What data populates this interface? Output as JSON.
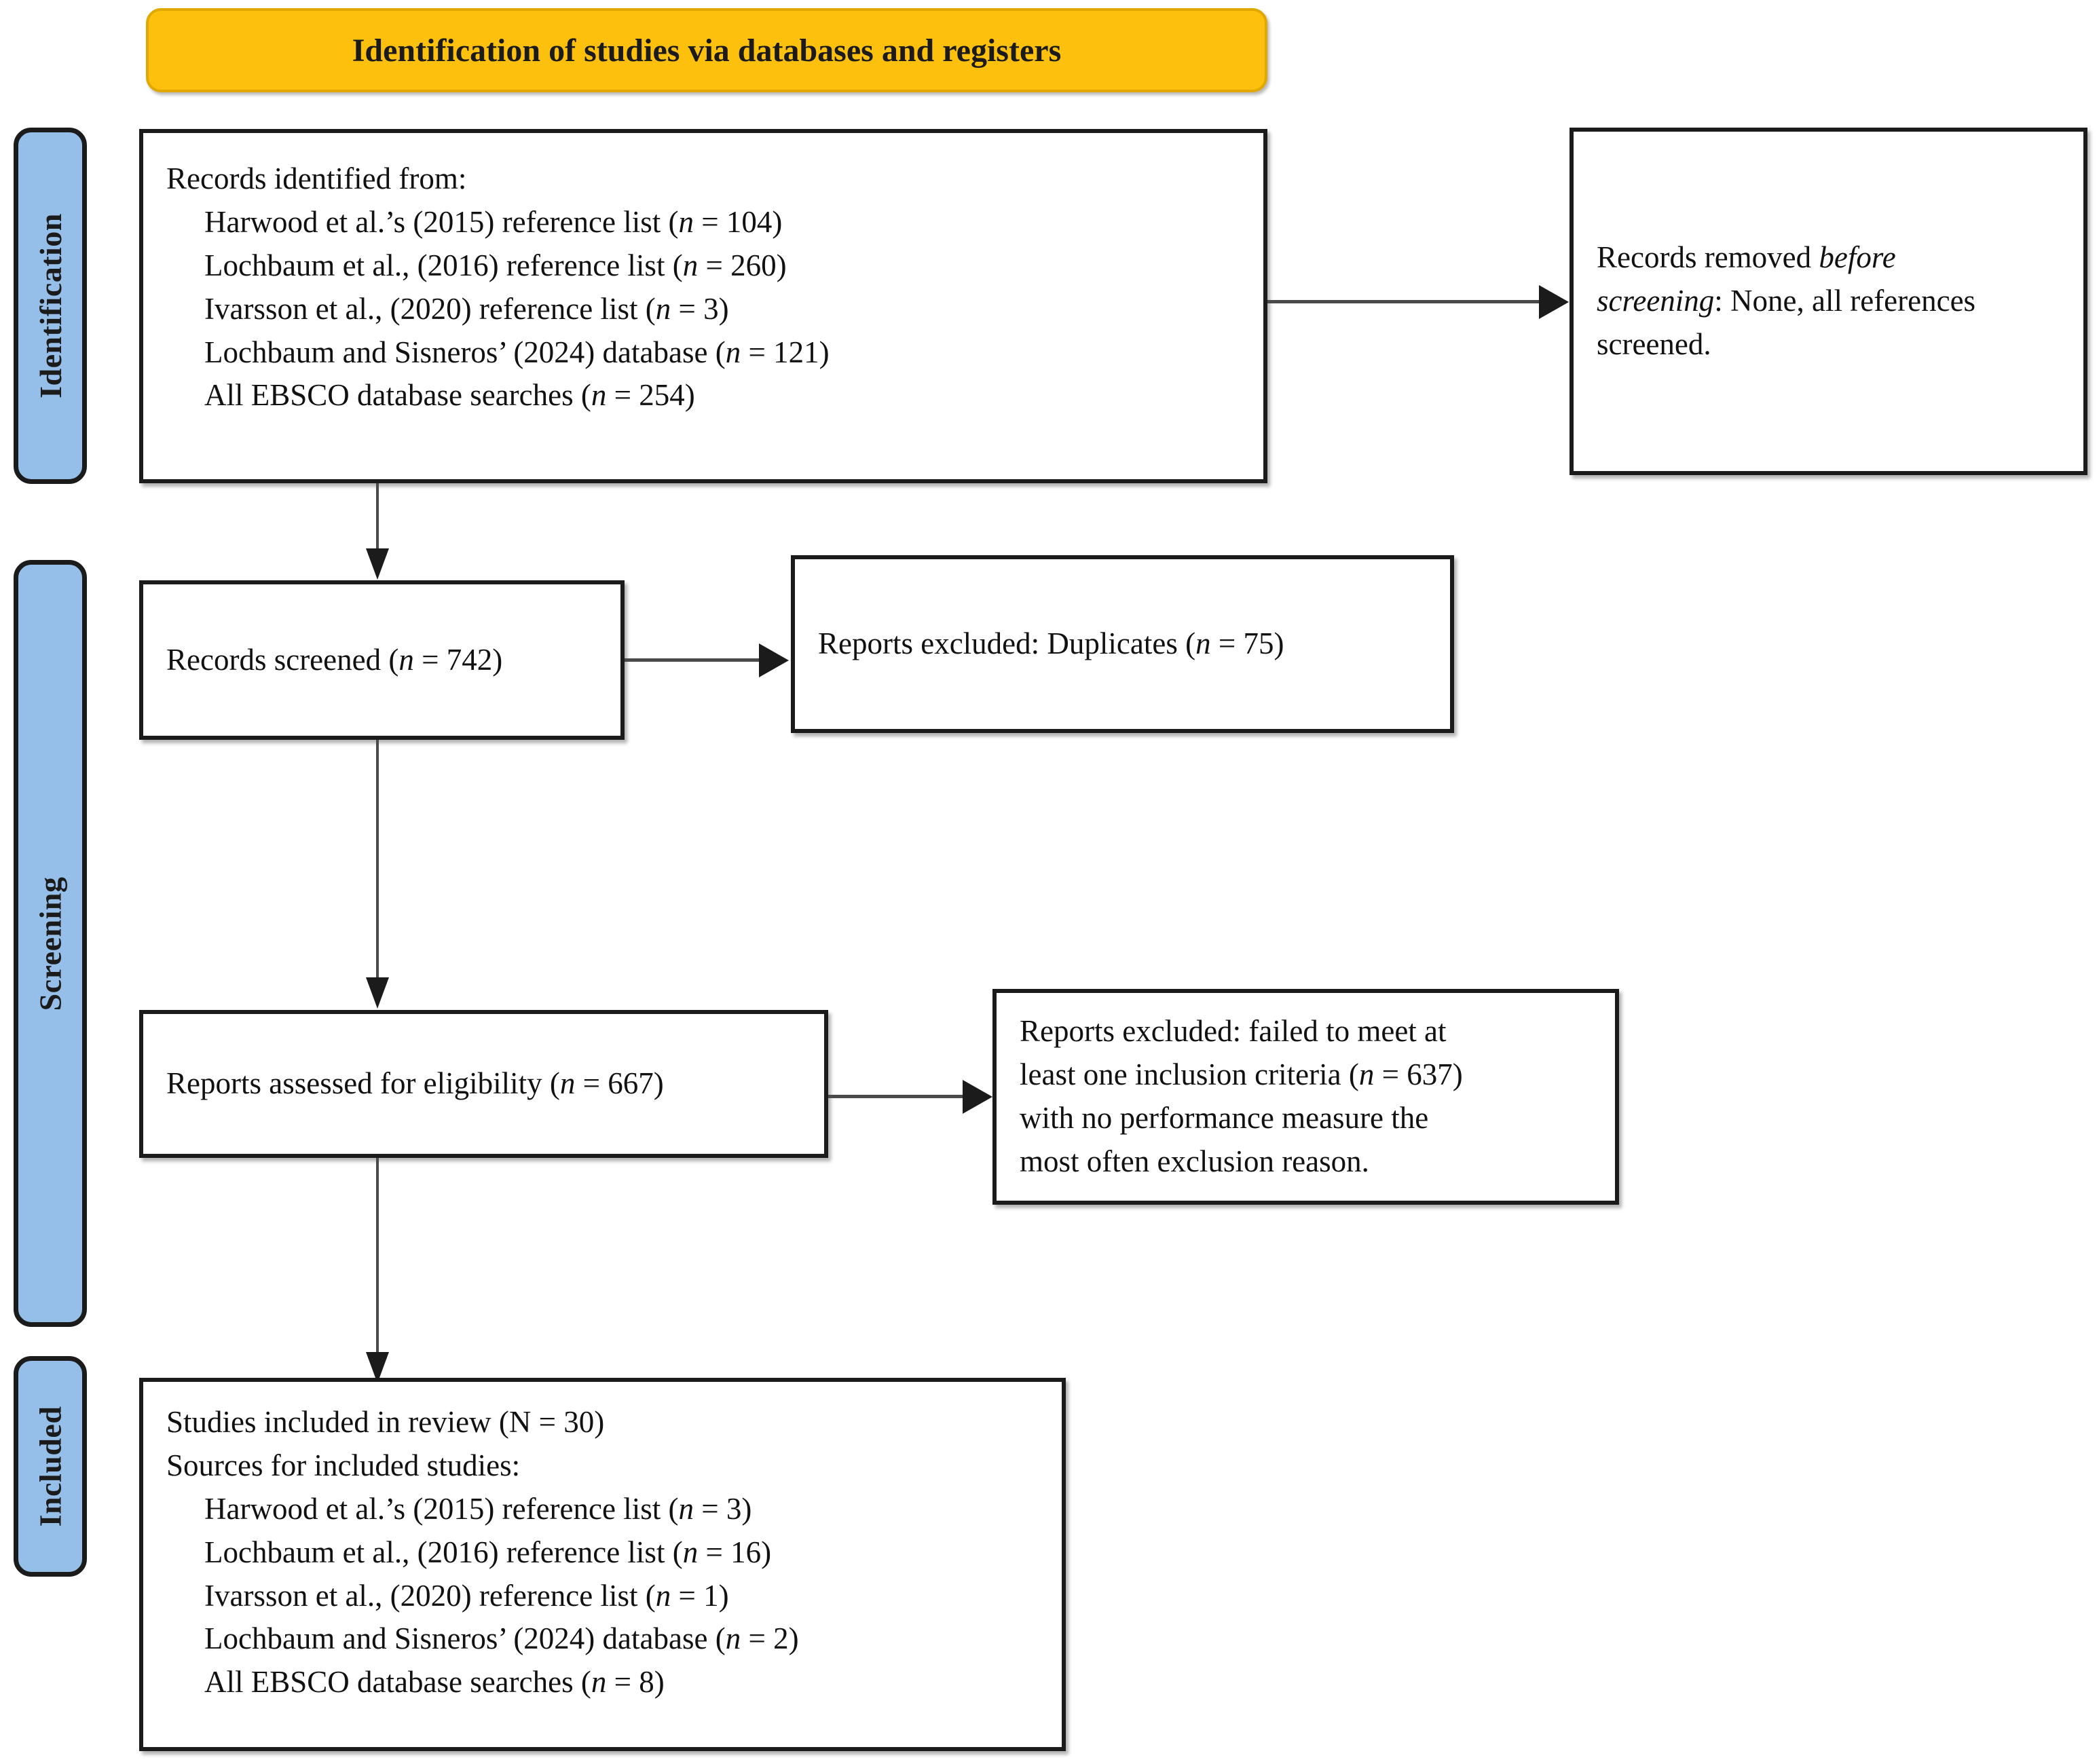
{
  "diagram": {
    "type": "prisma-flow-diagram",
    "header": {
      "title": "Identification of studies via databases and registers",
      "fill_color": "#FDC00C"
    },
    "stages": [
      {
        "key": "identification",
        "label": "Identification",
        "fill_color": "#95BFE8"
      },
      {
        "key": "screening",
        "label": "Screening",
        "fill_color": "#95BFE8"
      },
      {
        "key": "included",
        "label": "Included",
        "fill_color": "#95BFE8"
      }
    ],
    "boxes": {
      "records_identified": {
        "heading": "Records identified from:",
        "items": [
          {
            "text": "Harwood et al.’s (2015) reference list (",
            "n_symbol": "n",
            "n_value": " = 104)"
          },
          {
            "text": "Lochbaum et al., (2016) reference list (",
            "n_symbol": "n",
            "n_value": " = 260)"
          },
          {
            "text": "Ivarsson et al., (2020) reference list (",
            "n_symbol": "n",
            "n_value": " = 3)"
          },
          {
            "text": "Lochbaum and Sisneros’ (2024) database (",
            "n_symbol": "n",
            "n_value": " = 121)"
          },
          {
            "text": "All EBSCO database searches (",
            "n_symbol": "n",
            "n_value": " = 254)"
          }
        ]
      },
      "records_removed": {
        "line1_pre": "Records removed ",
        "line1_italic": "before",
        "line2_italic": "screening",
        "line2_post": ": None, all references",
        "line3": "screened."
      },
      "records_screened": {
        "text_pre": "Records screened (",
        "n_symbol": "n",
        "text_post": " = 742)"
      },
      "reports_excluded_duplicates": {
        "text_pre": "Reports excluded: Duplicates (",
        "n_symbol": "n",
        "text_post": " = 75)"
      },
      "reports_assessed": {
        "text_pre": "Reports assessed for eligibility (",
        "n_symbol": "n",
        "text_post": " = 667)"
      },
      "reports_excluded_criteria": {
        "line1": "Reports excluded: failed to meet at",
        "line2_pre": "least one inclusion criteria (",
        "line2_n": "n",
        "line2_post": " = 637)",
        "line3": "with no performance measure the",
        "line4": "most often exclusion reason."
      },
      "studies_included": {
        "heading1": "Studies included in review (N = 30)",
        "heading2": "Sources for included studies:",
        "items": [
          {
            "text": "Harwood et al.’s (2015) reference list (",
            "n_symbol": "n",
            "n_value": " = 3)"
          },
          {
            "text": "Lochbaum et al., (2016) reference list (",
            "n_symbol": "n",
            "n_value": " = 16)"
          },
          {
            "text": "Ivarsson et al., (2020) reference list (",
            "n_symbol": "n",
            "n_value": " = 1)"
          },
          {
            "text": "Lochbaum and Sisneros’ (2024) database (",
            "n_symbol": "n",
            "n_value": " = 2)"
          },
          {
            "text": "All EBSCO database searches (",
            "n_symbol": "n",
            "n_value": " = 8)"
          }
        ]
      }
    }
  },
  "chart_data": {
    "type": "table",
    "title": "Identification of studies via databases and registers",
    "stages": [
      "Identification",
      "Screening",
      "Included"
    ],
    "nodes": [
      {
        "id": "records_identified",
        "stage": "Identification",
        "label": "Records identified from",
        "total": 742,
        "sources": [
          {
            "name": "Harwood et al.'s (2015) reference list",
            "n": 104
          },
          {
            "name": "Lochbaum et al., (2016) reference list",
            "n": 260
          },
          {
            "name": "Ivarsson et al., (2020) reference list",
            "n": 3
          },
          {
            "name": "Lochbaum and Sisneros' (2024) database",
            "n": 121
          },
          {
            "name": "All EBSCO database searches",
            "n": 254
          }
        ]
      },
      {
        "id": "records_removed",
        "stage": "Identification",
        "label": "Records removed before screening",
        "n": 0,
        "note": "None, all references screened."
      },
      {
        "id": "records_screened",
        "stage": "Screening",
        "label": "Records screened",
        "n": 742
      },
      {
        "id": "reports_excluded_duplicates",
        "stage": "Screening",
        "label": "Reports excluded: Duplicates",
        "n": 75
      },
      {
        "id": "reports_assessed",
        "stage": "Screening",
        "label": "Reports assessed for eligibility",
        "n": 667
      },
      {
        "id": "reports_excluded_criteria",
        "stage": "Screening",
        "label": "Reports excluded: failed to meet at least one inclusion criteria",
        "n": 637,
        "note": "with no performance measure the most often exclusion reason."
      },
      {
        "id": "studies_included",
        "stage": "Included",
        "label": "Studies included in review",
        "N": 30,
        "sources": [
          {
            "name": "Harwood et al.'s (2015) reference list",
            "n": 3
          },
          {
            "name": "Lochbaum et al., (2016) reference list",
            "n": 16
          },
          {
            "name": "Ivarsson et al., (2020) reference list",
            "n": 1
          },
          {
            "name": "Lochbaum and Sisneros' (2024) database",
            "n": 2
          },
          {
            "name": "All EBSCO database searches",
            "n": 8
          }
        ]
      }
    ],
    "edges": [
      {
        "from": "records_identified",
        "to": "records_removed",
        "direction": "right"
      },
      {
        "from": "records_identified",
        "to": "records_screened",
        "direction": "down"
      },
      {
        "from": "records_screened",
        "to": "reports_excluded_duplicates",
        "direction": "right"
      },
      {
        "from": "records_screened",
        "to": "reports_assessed",
        "direction": "down"
      },
      {
        "from": "reports_assessed",
        "to": "reports_excluded_criteria",
        "direction": "right"
      },
      {
        "from": "reports_assessed",
        "to": "studies_included",
        "direction": "down"
      }
    ]
  }
}
